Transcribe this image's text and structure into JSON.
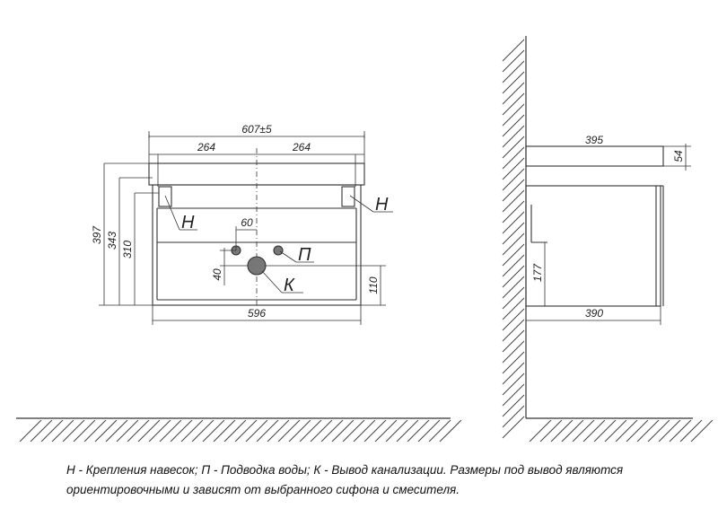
{
  "front_view": {
    "dim_total_width": "607±5",
    "dim_half_left": "264",
    "dim_half_right": "264",
    "dim_bottom_width": "596",
    "dim_height_total": "397",
    "dim_height_2": "343",
    "dim_height_3": "310",
    "dim_water_offset": "60",
    "dim_drain_offset": "40",
    "dim_drain_height": "110",
    "label_mount_left": "Н",
    "label_mount_right": "Н",
    "label_water": "П",
    "label_drain": "К"
  },
  "side_view": {
    "dim_top_depth": "395",
    "dim_top_thickness": "54",
    "dim_bottom_depth": "390",
    "dim_inner_height": "177"
  },
  "legend": {
    "line1": "Н - Крепления навесок; П - Подводка воды; К - Вывод канализации. Размеры под вывод являются",
    "line2": "ориентировочными и зависят от выбранного сифона и смесителя."
  }
}
